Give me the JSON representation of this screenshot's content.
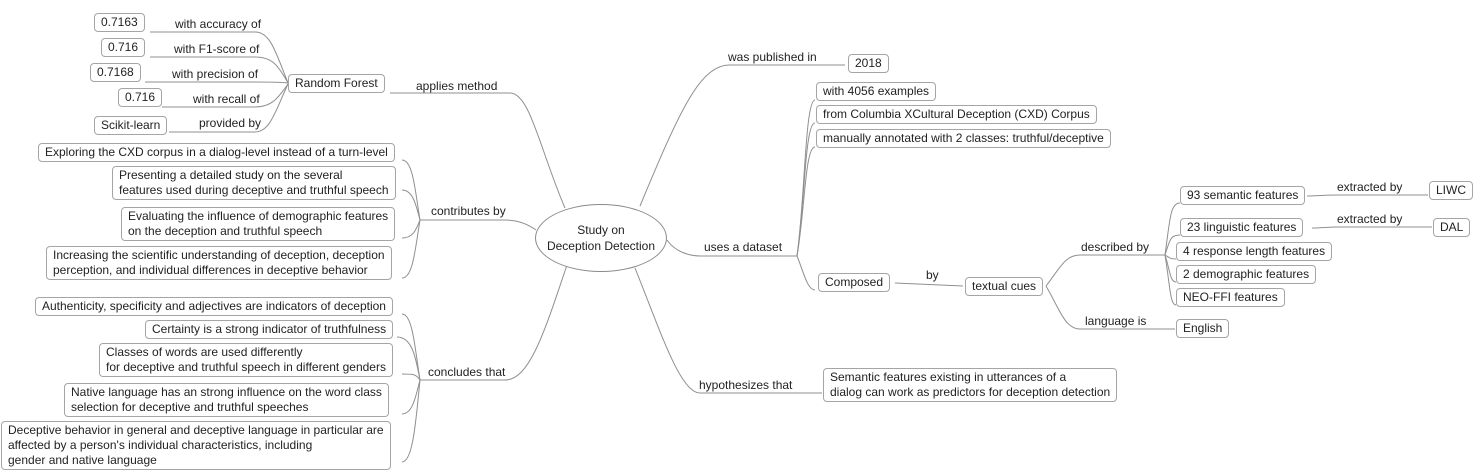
{
  "center": "Study on\nDeception Detection",
  "random_forest": {
    "node": "Random Forest",
    "relation": "applies method",
    "metrics": [
      {
        "relation": "with accuracy of",
        "value": "0.7163"
      },
      {
        "relation": "with F1-score of",
        "value": "0.716"
      },
      {
        "relation": "with precision of",
        "value": "0.7168"
      },
      {
        "relation": "with recall of",
        "value": "0.716"
      }
    ],
    "provider_relation": "provided by",
    "provider": "Scikit-learn"
  },
  "contributes": {
    "relation": "contributes by",
    "items": [
      "Exploring the CXD corpus in a dialog-level instead of a turn-level",
      "Presenting a detailed study on the several\nfeatures used during deceptive and truthful speech",
      "Evaluating the influence of demographic features\non the deception and truthful speech",
      "Increasing the scientific understanding of deception, deception\nperception, and individual differences in deceptive behavior"
    ]
  },
  "concludes": {
    "relation": "concludes that",
    "items": [
      "Authenticity, specificity and adjectives are indicators of deception",
      "Certainty is a strong indicator of truthfulness",
      "Classes of words are used differently\nfor deceptive and truthful speech in different genders",
      "Native language has an strong influence on the word class\nselection for deceptive and truthful speeches",
      "Deceptive behavior in general and deceptive language in particular are\naffected by a person's individual characteristics, including\ngender and native language"
    ]
  },
  "published": {
    "relation": "was published in",
    "value": "2018"
  },
  "dataset": {
    "relation": "uses a dataset",
    "items": [
      "with 4056 examples",
      "from Columbia XCultural Deception (CXD) Corpus",
      "manually annotated with 2 classes: truthful/deceptive"
    ],
    "composed": "Composed",
    "by_relation": "by",
    "textual_cues": "textual cues",
    "described_relation": "described by",
    "features": [
      "93 semantic features",
      "23 linguistic features",
      "4 response length features",
      "2 demographic features",
      "NEO-FFI features"
    ],
    "extracted_relation_1": "extracted by",
    "extracted_relation_2": "extracted by",
    "liwc": "LIWC",
    "dal": "DAL",
    "language_relation": "language is",
    "language": "English"
  },
  "hypothesis": {
    "relation": "hypothesizes that",
    "value": "Semantic features existing in utterances of a\ndialog can work as predictors for deception detection"
  }
}
